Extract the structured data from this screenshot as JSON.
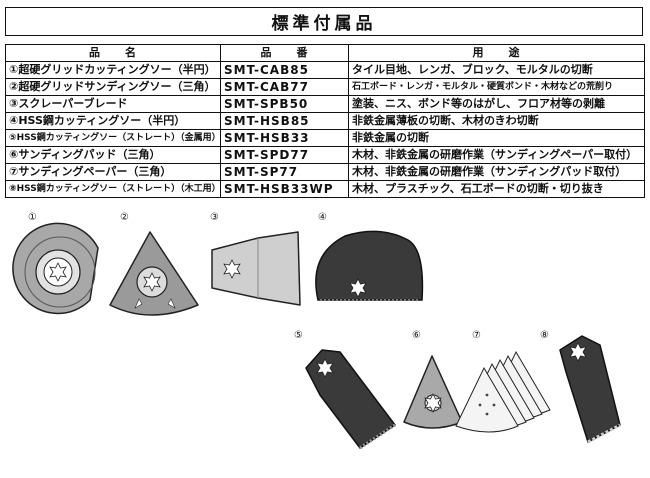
{
  "title": "標準付属品",
  "table": {
    "headers": [
      "品　　名",
      "品　　番",
      "用　　途"
    ],
    "rows": [
      {
        "name": "①超硬グリッドカッティングソー（半円）",
        "code": "SMT-CAB85",
        "use": "タイル目地、レンガ、ブロック、モルタルの切断"
      },
      {
        "name": "②超硬グリッドサンディングソー（三角）",
        "code": "SMT-CAB77",
        "use": "石工ボード・レンガ・モルタル・硬質ボンド・木材などの荒削り"
      },
      {
        "name": "③スクレーパーブレード",
        "code": "SMT-SPB50",
        "use": "塗装、ニス、ボンド等のはがし、フロア材等の剥離"
      },
      {
        "name": "④HSS鋼カッティングソー（半円）",
        "code": "SMT-HSB85",
        "use": "非鉄金属薄板の切断、木材のきわ切断"
      },
      {
        "name": "⑤HSS鋼カッティングソー（ストレート）（金属用）",
        "code": "SMT-HSB33",
        "use": "非鉄金属の切断"
      },
      {
        "name": "⑥サンディングパッド（三角）",
        "code": "SMT-SPD77",
        "use": "木材、非鉄金属の研磨作業（サンディングペーパー取付）"
      },
      {
        "name": "⑦サンディングペーパー（三角）",
        "code": "SMT-SP77",
        "use": "木材、非鉄金属の研磨作業（サンディングパッド取付）"
      },
      {
        "name": "⑧HSS鋼カッティングソー（ストレート）（木工用）",
        "code": "SMT-HSB33WP",
        "use": "木材、プラスチック、石工ボードの切断・切り抜き"
      }
    ]
  },
  "labels": [
    "①",
    "②",
    "③",
    "④",
    "⑤",
    "⑥",
    "⑦",
    "⑧"
  ],
  "colors": {
    "blade_dark": "#3a3a3a",
    "blade_grey": "#9a9a9a",
    "steel_light": "#cfcfcf",
    "paper": "#f4f4f4"
  }
}
